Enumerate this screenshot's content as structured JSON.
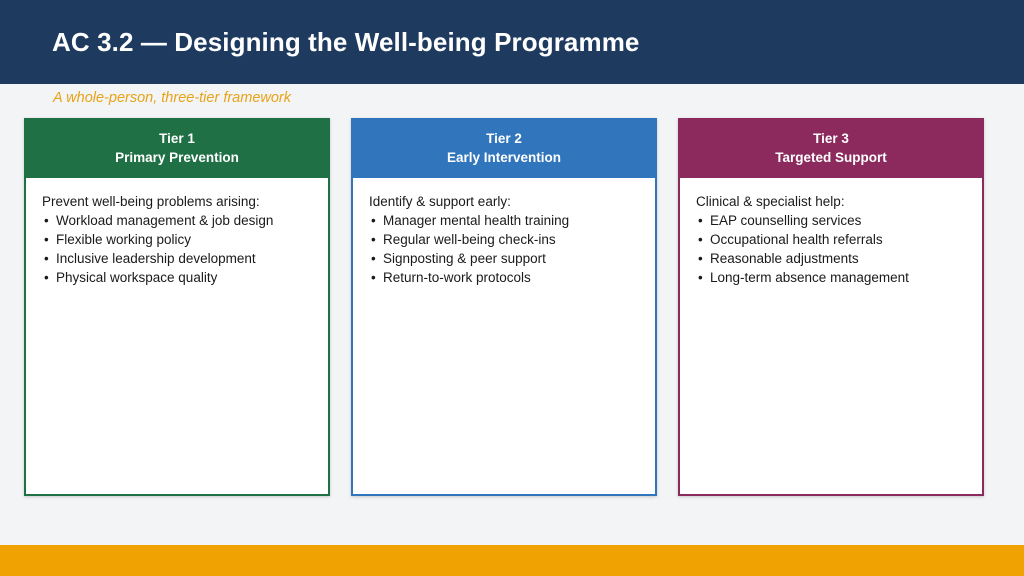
{
  "slide": {
    "title": "AC 3.2 — Designing the Well-being Programme",
    "subtitle": "A whole-person, three-tier framework",
    "colors": {
      "title_bar": "#1E3A5F",
      "subtitle": "#E8A317",
      "background": "#F2F4F6",
      "bottom_bar": "#F0A202"
    }
  },
  "cards": [
    {
      "tier": "Tier 1",
      "name": "Primary Prevention",
      "lead": "Prevent well-being problems arising:",
      "color": "#207045",
      "items": [
        "Workload management & job design",
        "Flexible working policy",
        "Inclusive leadership development",
        "Physical workspace quality"
      ]
    },
    {
      "tier": "Tier 2",
      "name": "Early Intervention",
      "lead": "Identify & support early:",
      "color": "#3176BC",
      "items": [
        "Manager mental health training",
        "Regular well-being check-ins",
        "Signposting & peer support",
        "Return-to-work protocols"
      ]
    },
    {
      "tier": "Tier 3",
      "name": "Targeted Support",
      "lead": "Clinical & specialist help:",
      "color": "#8C2A5E",
      "items": [
        "EAP counselling services",
        "Occupational health referrals",
        "Reasonable adjustments",
        "Long-term absence management"
      ]
    }
  ]
}
